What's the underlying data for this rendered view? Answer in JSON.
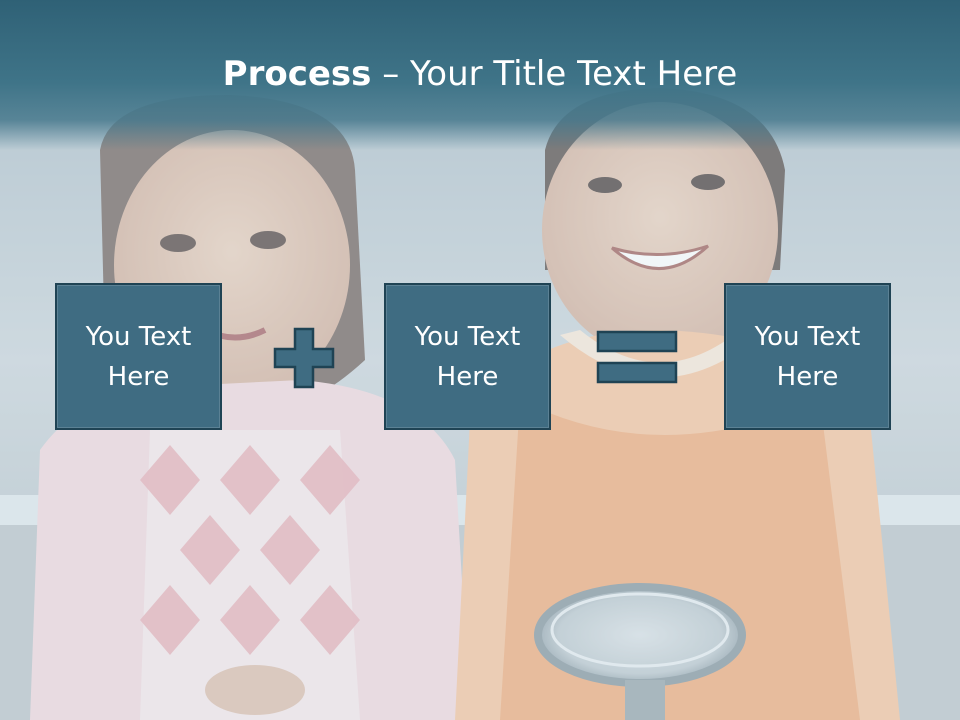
{
  "slide": {
    "title_bold": "Process",
    "title_dash": " – ",
    "title_rest": "Your Title Text Here"
  },
  "process": {
    "boxes": [
      {
        "text": "You Text Here"
      },
      {
        "text": "You Text Here"
      },
      {
        "text": "You Text Here"
      }
    ],
    "operators": [
      "plus-icon",
      "equals-icon"
    ]
  },
  "colors": {
    "title_band": "#2f6176",
    "box_fill": "#3f6c82",
    "box_border": "#1f4354",
    "text": "#ffffff"
  }
}
